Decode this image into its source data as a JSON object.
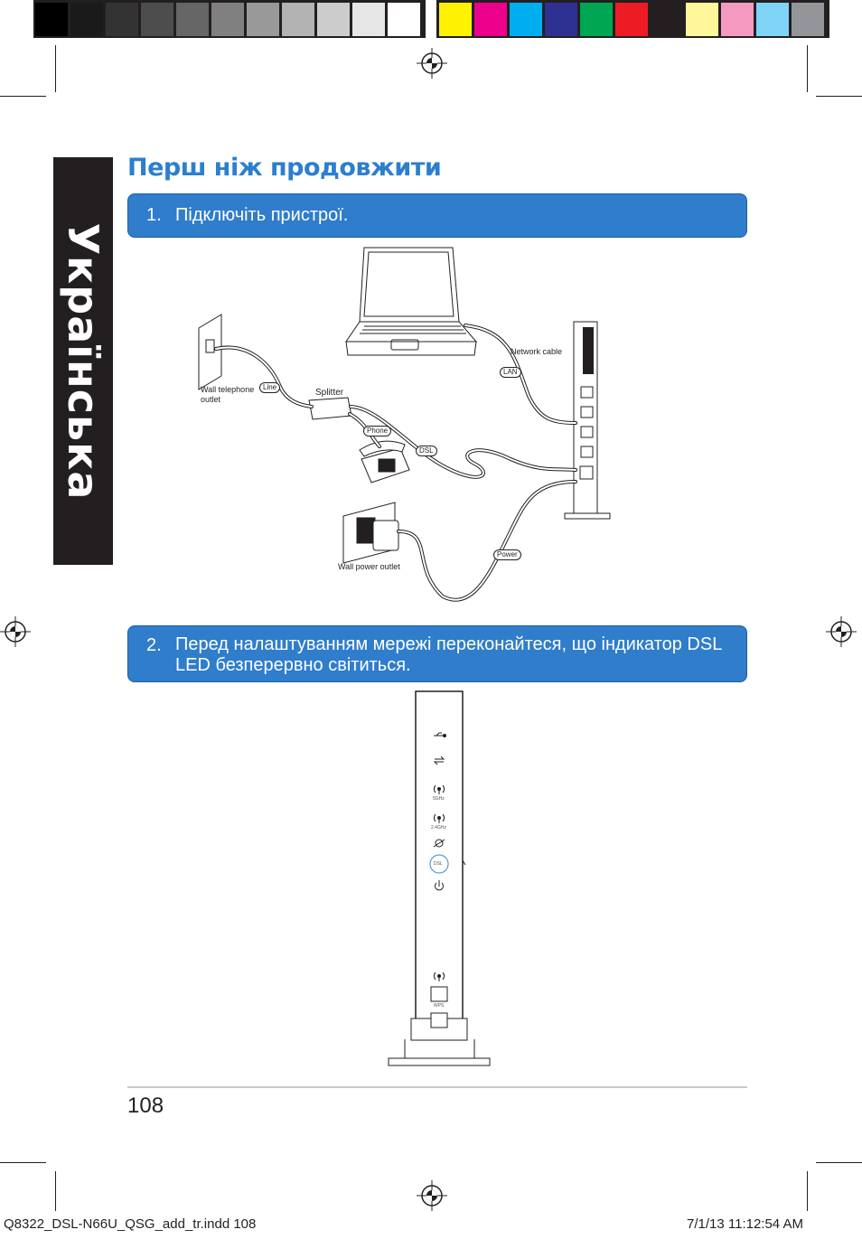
{
  "sidebar": {
    "language": "Українська"
  },
  "heading": {
    "title": "Перш ніж продовжити"
  },
  "steps": [
    {
      "number": "1.",
      "text": "Підключіть пристрої."
    },
    {
      "number": "2.",
      "text": "Перед налаштуванням мережі переконайтеся, що індикатор DSL LED безперервно світиться."
    }
  ],
  "diagram1": {
    "labels": {
      "network_cable": "Network cable",
      "lan": "LAN",
      "wall_telephone_line1": "Wall telephone",
      "wall_telephone_line2": "outlet",
      "line": "Line",
      "splitter": "Splitter",
      "phone": "Phone",
      "dsl": "DSL",
      "power": "Power",
      "wall_power_outlet": "Wall power outlet"
    }
  },
  "diagram2": {
    "leds": {
      "band_5g": "5GHz",
      "band_24g": "2.4GHz",
      "dsl": "DSL",
      "wps": "WPS"
    }
  },
  "footer": {
    "page_number": "108",
    "file_info": "Q8322_DSL-N66U_QSG_add_tr.indd   108",
    "timestamp": "7/1/13   11:12:54 AM"
  },
  "colors": {
    "accent_blue": "#2f7dcb",
    "title_blue": "#2c7fcf",
    "sidebar_dark": "#231f20"
  },
  "color_bar": {
    "grays": [
      "#000000",
      "#1a1a1a",
      "#333333",
      "#4d4d4d",
      "#666666",
      "#808080",
      "#999999",
      "#b3b3b3",
      "#cccccc",
      "#e6e6e6",
      "#ffffff"
    ],
    "colors": [
      "#fff200",
      "#ec008c",
      "#00aeef",
      "#2e3192",
      "#00a651",
      "#ed1c24",
      "#231f20",
      "#fff799",
      "#f49ac1",
      "#7fd3f7",
      "#939598"
    ]
  }
}
